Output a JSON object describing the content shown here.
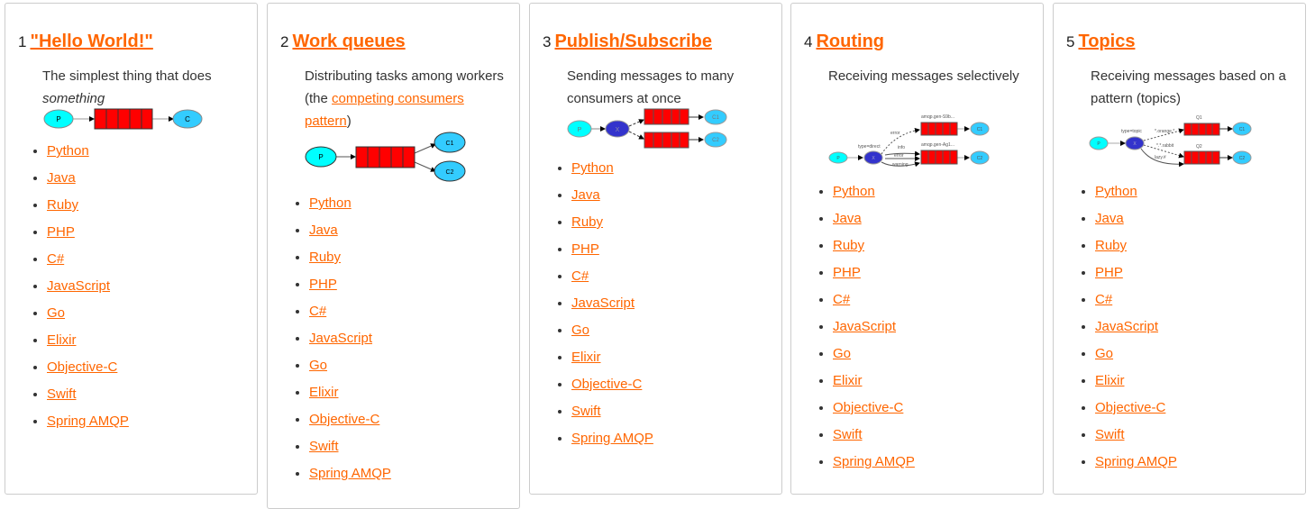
{
  "languages": [
    "Python",
    "Java",
    "Ruby",
    "PHP",
    "C#",
    "JavaScript",
    "Go",
    "Elixir",
    "Objective-C",
    "Swift",
    "Spring AMQP"
  ],
  "colors": {
    "link": "#ff6600",
    "queue": "#ff0000",
    "producer": "#00ffff",
    "consumer": "#33ccff",
    "exchange": "#3333cc"
  },
  "tutorials": [
    {
      "number": "1",
      "title": "\"Hello World!\"",
      "desc": "The simplest thing that does",
      "desc_em": "something",
      "diagram": {
        "p": "P",
        "c": "C"
      }
    },
    {
      "number": "2",
      "title": "Work queues",
      "desc": "Distributing tasks among workers (the",
      "desc_link": "competing consumers pattern",
      "desc_end": ")",
      "diagram": {
        "p": "P",
        "c1": "C1",
        "c2": "C2"
      }
    },
    {
      "number": "3",
      "title": "Publish/Subscribe",
      "desc": "Sending messages to many consumers at once",
      "diagram": {
        "p": "P",
        "x": "X",
        "c1": "C1",
        "c2": "C2"
      }
    },
    {
      "number": "4",
      "title": "Routing",
      "desc": "Receiving messages selectively",
      "diagram": {
        "p": "P",
        "x": "X",
        "c1": "C1",
        "c2": "C2",
        "type": "type=direct",
        "q1": "amqp.gen-S9b...",
        "q2": "amqp.gen-Ag1...",
        "k1": "error",
        "k2": "info",
        "k3": "error",
        "k4": "warning"
      }
    },
    {
      "number": "5",
      "title": "Topics",
      "desc": "Receiving messages based on a pattern (topics)",
      "diagram": {
        "p": "P",
        "x": "X",
        "c1": "C1",
        "c2": "C2",
        "type": "type=topic",
        "q1": "Q1",
        "q2": "Q2",
        "k1": "*.orange.*",
        "k2": "*.*.rabbit",
        "k3": "lazy.#"
      }
    }
  ]
}
